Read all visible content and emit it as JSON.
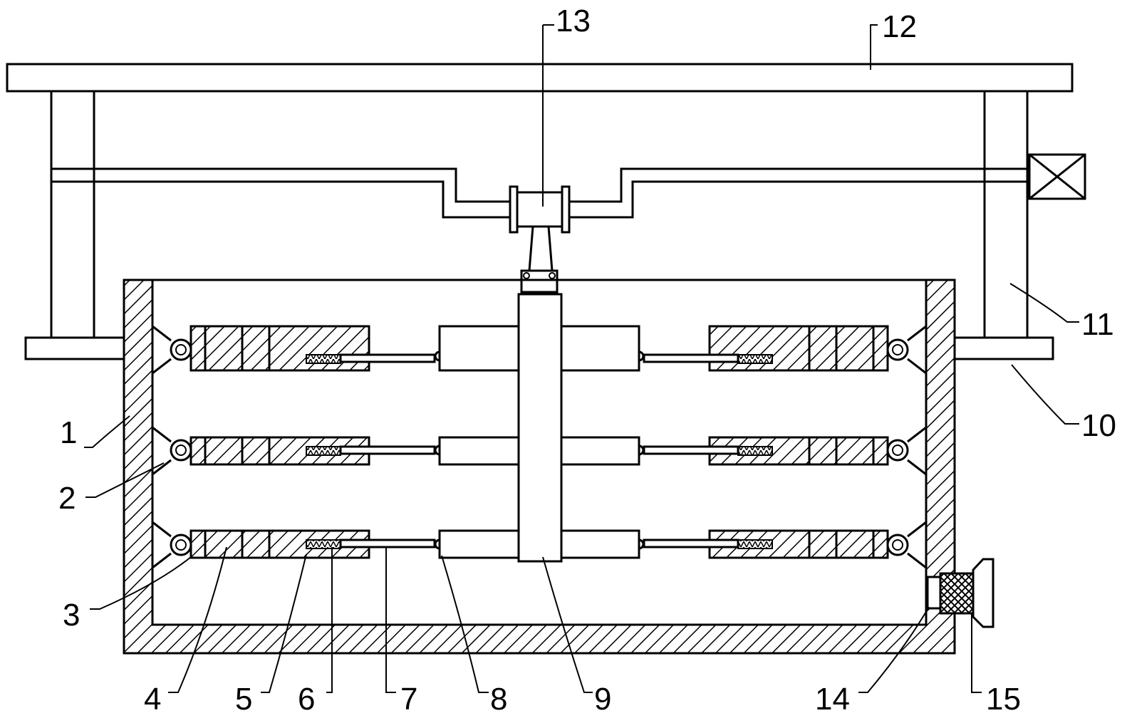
{
  "diagram": {
    "labels": {
      "l1": "1",
      "l2": "2",
      "l3": "3",
      "l4": "4",
      "l5": "5",
      "l6": "6",
      "l7": "7",
      "l8": "8",
      "l9": "9",
      "l10": "10",
      "l11": "11",
      "l12": "12",
      "l13": "13",
      "l14": "14",
      "l15": "15"
    },
    "colors": {
      "stroke": "#000000",
      "background": "#ffffff"
    }
  }
}
